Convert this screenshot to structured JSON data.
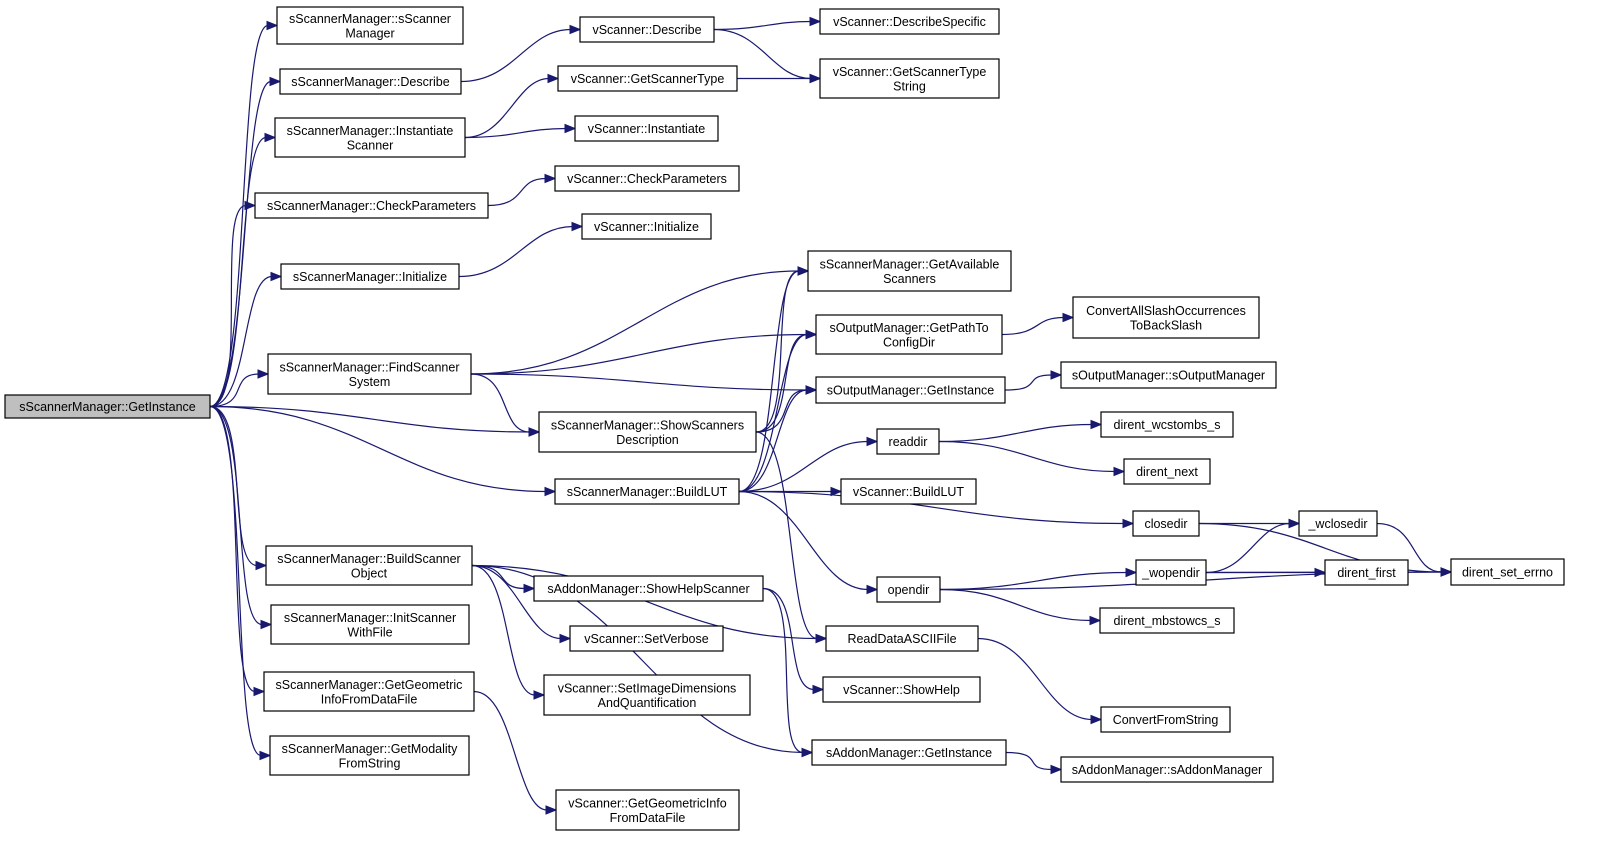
{
  "graph": {
    "title": "",
    "root": "sScannerManager::GetInstance",
    "colors": {
      "edge": "#191970",
      "root_fill": "#bfbfbf",
      "node_fill": "#ffffff",
      "node_border": "#000000"
    },
    "nodes": [
      {
        "id": "root",
        "lines": [
          "sScannerManager::GetInstance"
        ]
      },
      {
        "id": "n_ctor",
        "lines": [
          "sScannerManager::sScanner",
          "Manager"
        ]
      },
      {
        "id": "n_describe",
        "lines": [
          "sScannerManager::Describe"
        ]
      },
      {
        "id": "n_instantiate",
        "lines": [
          "sScannerManager::Instantiate",
          "Scanner"
        ]
      },
      {
        "id": "n_checkparams",
        "lines": [
          "sScannerManager::CheckParameters"
        ]
      },
      {
        "id": "n_initialize",
        "lines": [
          "sScannerManager::Initialize"
        ]
      },
      {
        "id": "n_findscanner",
        "lines": [
          "sScannerManager::FindScanner",
          "System"
        ]
      },
      {
        "id": "n_showscanners",
        "lines": [
          "sScannerManager::ShowScanners",
          "Description"
        ]
      },
      {
        "id": "n_buildlut",
        "lines": [
          "sScannerManager::BuildLUT"
        ]
      },
      {
        "id": "n_buildobj",
        "lines": [
          "sScannerManager::BuildScanner",
          "Object"
        ]
      },
      {
        "id": "n_initfile",
        "lines": [
          "sScannerManager::InitScanner",
          "WithFile"
        ]
      },
      {
        "id": "n_getgeom",
        "lines": [
          "sScannerManager::GetGeometric",
          "InfoFromDataFile"
        ]
      },
      {
        "id": "n_getmodality",
        "lines": [
          "sScannerManager::GetModality",
          "FromString"
        ]
      },
      {
        "id": "v_describe",
        "lines": [
          "vScanner::Describe"
        ]
      },
      {
        "id": "v_describespec",
        "lines": [
          "vScanner::DescribeSpecific"
        ]
      },
      {
        "id": "v_gettype",
        "lines": [
          "vScanner::GetScannerType"
        ]
      },
      {
        "id": "v_gettypestr",
        "lines": [
          "vScanner::GetScannerType",
          "String"
        ]
      },
      {
        "id": "v_instantiate",
        "lines": [
          "vScanner::Instantiate"
        ]
      },
      {
        "id": "v_checkparams",
        "lines": [
          "vScanner::CheckParameters"
        ]
      },
      {
        "id": "v_initialize",
        "lines": [
          "vScanner::Initialize"
        ]
      },
      {
        "id": "s_getavail",
        "lines": [
          "sScannerManager::GetAvailable",
          "Scanners"
        ]
      },
      {
        "id": "o_getpath",
        "lines": [
          "sOutputManager::GetPathTo",
          "ConfigDir"
        ]
      },
      {
        "id": "f_convslash",
        "lines": [
          "ConvertAllSlashOccurrences",
          "ToBackSlash"
        ]
      },
      {
        "id": "o_getinst",
        "lines": [
          "sOutputManager::GetInstance"
        ]
      },
      {
        "id": "o_ctor",
        "lines": [
          "sOutputManager::sOutputManager"
        ]
      },
      {
        "id": "f_readdir",
        "lines": [
          "readdir"
        ]
      },
      {
        "id": "f_wcstombs",
        "lines": [
          "dirent_wcstombs_s"
        ]
      },
      {
        "id": "f_next",
        "lines": [
          "dirent_next"
        ]
      },
      {
        "id": "v_buildlut",
        "lines": [
          "vScanner::BuildLUT"
        ]
      },
      {
        "id": "f_closedir",
        "lines": [
          "closedir"
        ]
      },
      {
        "id": "f_wclosedir",
        "lines": [
          "_wclosedir"
        ]
      },
      {
        "id": "f_seterrno",
        "lines": [
          "dirent_set_errno"
        ]
      },
      {
        "id": "a_showhelp",
        "lines": [
          "sAddonManager::ShowHelpScanner"
        ]
      },
      {
        "id": "f_opendir",
        "lines": [
          "opendir"
        ]
      },
      {
        "id": "f_wopendir",
        "lines": [
          "_wopendir"
        ]
      },
      {
        "id": "f_first",
        "lines": [
          "dirent_first"
        ]
      },
      {
        "id": "f_mbstowcs",
        "lines": [
          "dirent_mbstowcs_s"
        ]
      },
      {
        "id": "v_setverbose",
        "lines": [
          "vScanner::SetVerbose"
        ]
      },
      {
        "id": "f_readascii",
        "lines": [
          "ReadDataASCIIFile"
        ]
      },
      {
        "id": "v_setimagedim",
        "lines": [
          "vScanner::SetImageDimensions",
          "AndQuantification"
        ]
      },
      {
        "id": "v_showhelp",
        "lines": [
          "vScanner::ShowHelp"
        ]
      },
      {
        "id": "f_convstr",
        "lines": [
          "ConvertFromString"
        ]
      },
      {
        "id": "a_getinst",
        "lines": [
          "sAddonManager::GetInstance"
        ]
      },
      {
        "id": "a_ctor",
        "lines": [
          "sAddonManager::sAddonManager"
        ]
      },
      {
        "id": "v_getgeom",
        "lines": [
          "vScanner::GetGeometricInfo",
          "FromDataFile"
        ]
      }
    ],
    "edges": [
      [
        "root",
        "n_ctor"
      ],
      [
        "root",
        "n_describe"
      ],
      [
        "root",
        "n_instantiate"
      ],
      [
        "root",
        "n_checkparams"
      ],
      [
        "root",
        "n_initialize"
      ],
      [
        "root",
        "n_findscanner"
      ],
      [
        "root",
        "n_showscanners"
      ],
      [
        "root",
        "n_buildlut"
      ],
      [
        "root",
        "n_buildobj"
      ],
      [
        "root",
        "n_initfile"
      ],
      [
        "root",
        "n_getgeom"
      ],
      [
        "root",
        "n_getmodality"
      ],
      [
        "n_describe",
        "v_describe"
      ],
      [
        "v_describe",
        "v_describespec"
      ],
      [
        "v_describe",
        "v_gettypestr"
      ],
      [
        "n_instantiate",
        "v_gettype"
      ],
      [
        "n_instantiate",
        "v_instantiate"
      ],
      [
        "v_gettype",
        "v_gettypestr"
      ],
      [
        "n_checkparams",
        "v_checkparams"
      ],
      [
        "n_initialize",
        "v_initialize"
      ],
      [
        "n_findscanner",
        "s_getavail"
      ],
      [
        "n_findscanner",
        "o_getpath"
      ],
      [
        "n_findscanner",
        "o_getinst"
      ],
      [
        "n_findscanner",
        "n_showscanners"
      ],
      [
        "n_showscanners",
        "s_getavail"
      ],
      [
        "n_showscanners",
        "o_getpath"
      ],
      [
        "n_showscanners",
        "o_getinst"
      ],
      [
        "n_showscanners",
        "f_readascii"
      ],
      [
        "n_buildlut",
        "s_getavail"
      ],
      [
        "n_buildlut",
        "o_getpath"
      ],
      [
        "n_buildlut",
        "o_getinst"
      ],
      [
        "n_buildlut",
        "f_readdir"
      ],
      [
        "n_buildlut",
        "v_buildlut"
      ],
      [
        "n_buildlut",
        "f_closedir"
      ],
      [
        "n_buildlut",
        "f_opendir"
      ],
      [
        "o_getpath",
        "f_convslash"
      ],
      [
        "o_getinst",
        "o_ctor"
      ],
      [
        "f_readdir",
        "f_wcstombs"
      ],
      [
        "f_readdir",
        "f_next"
      ],
      [
        "f_closedir",
        "f_wclosedir"
      ],
      [
        "f_closedir",
        "f_seterrno"
      ],
      [
        "f_wclosedir",
        "f_seterrno"
      ],
      [
        "f_opendir",
        "f_wopendir"
      ],
      [
        "f_opendir",
        "f_mbstowcs"
      ],
      [
        "f_opendir",
        "f_seterrno"
      ],
      [
        "f_wopendir",
        "f_wclosedir"
      ],
      [
        "f_wopendir",
        "f_first"
      ],
      [
        "f_wopendir",
        "f_seterrno"
      ],
      [
        "n_buildobj",
        "a_showhelp"
      ],
      [
        "n_buildobj",
        "v_setverbose"
      ],
      [
        "n_buildobj",
        "v_setimagedim"
      ],
      [
        "n_buildobj",
        "f_readascii"
      ],
      [
        "n_buildobj",
        "a_getinst"
      ],
      [
        "a_showhelp",
        "v_showhelp"
      ],
      [
        "a_showhelp",
        "a_getinst"
      ],
      [
        "f_readascii",
        "f_convstr"
      ],
      [
        "a_getinst",
        "a_ctor"
      ],
      [
        "n_getgeom",
        "v_getgeom"
      ]
    ]
  }
}
